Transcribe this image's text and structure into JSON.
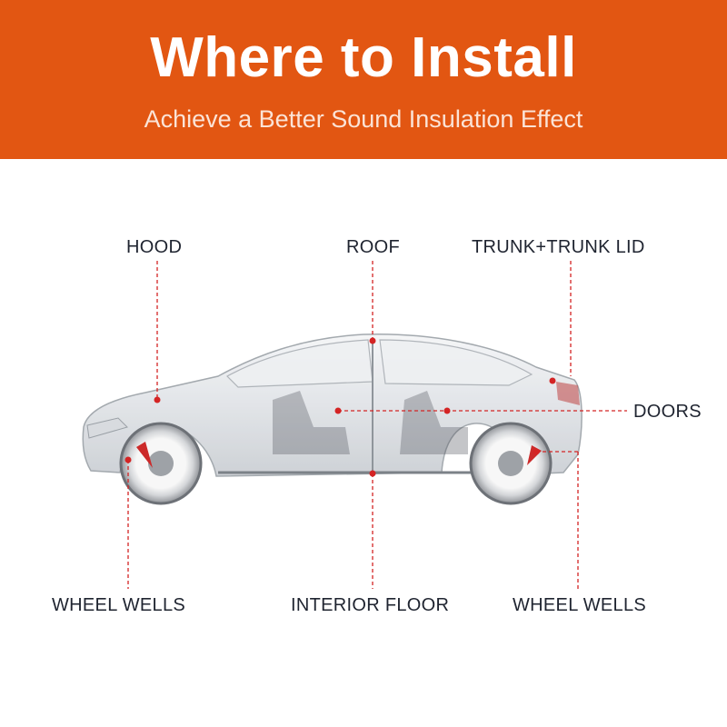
{
  "header": {
    "title": "Where to Install",
    "subtitle": "Achieve a Better Sound Insulation Effect",
    "background": "#e25612"
  },
  "labels": {
    "hood": "HOOD",
    "roof": "ROOF",
    "trunk": "TRUNK+TRUNK LID",
    "doors": "DOORS",
    "wheel_wells_left": "WHEEL WELLS",
    "interior_floor": "INTERIOR FLOOR",
    "wheel_wells_right": "WHEEL WELLS"
  },
  "colors": {
    "marker": "#d42424",
    "leader_line": "#d42424",
    "label_text": "#1f2430"
  },
  "image": {
    "subject": "transparent-car-illustration"
  }
}
